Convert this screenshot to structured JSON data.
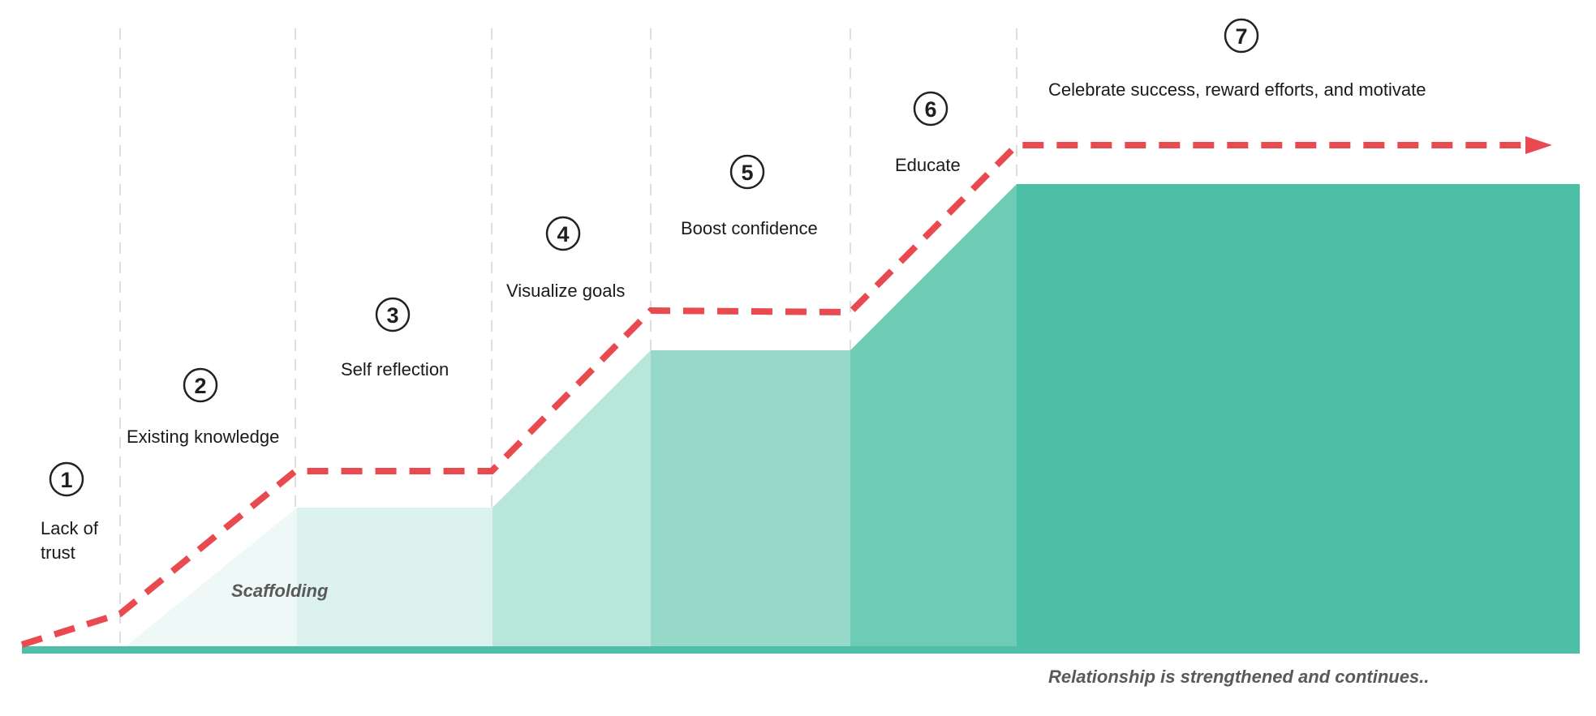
{
  "colors": {
    "base": "#4cbfa6",
    "path": "#e94a4f",
    "divider": "#d4d4d4",
    "shades": [
      "#eef8f6",
      "#dcf2ee",
      "#b8e6db",
      "#96d9c9",
      "#6dcbb6",
      "#4cbfa6"
    ]
  },
  "steps": [
    {
      "number": "1",
      "label_lines": [
        "Lack of",
        "trust"
      ]
    },
    {
      "number": "2",
      "label_lines": [
        "Existing knowledge"
      ]
    },
    {
      "number": "3",
      "label_lines": [
        "Self reflection"
      ]
    },
    {
      "number": "4",
      "label_lines": [
        "Visualize goals"
      ]
    },
    {
      "number": "5",
      "label_lines": [
        "Boost confidence"
      ]
    },
    {
      "number": "6",
      "label_lines": [
        "Educate"
      ]
    },
    {
      "number": "7",
      "label_lines": [
        "Celebrate success, reward efforts, and motivate"
      ]
    }
  ],
  "notes": {
    "scaffolding": "Scaffolding",
    "relationship": "Relationship  is strengthened and continues.."
  }
}
